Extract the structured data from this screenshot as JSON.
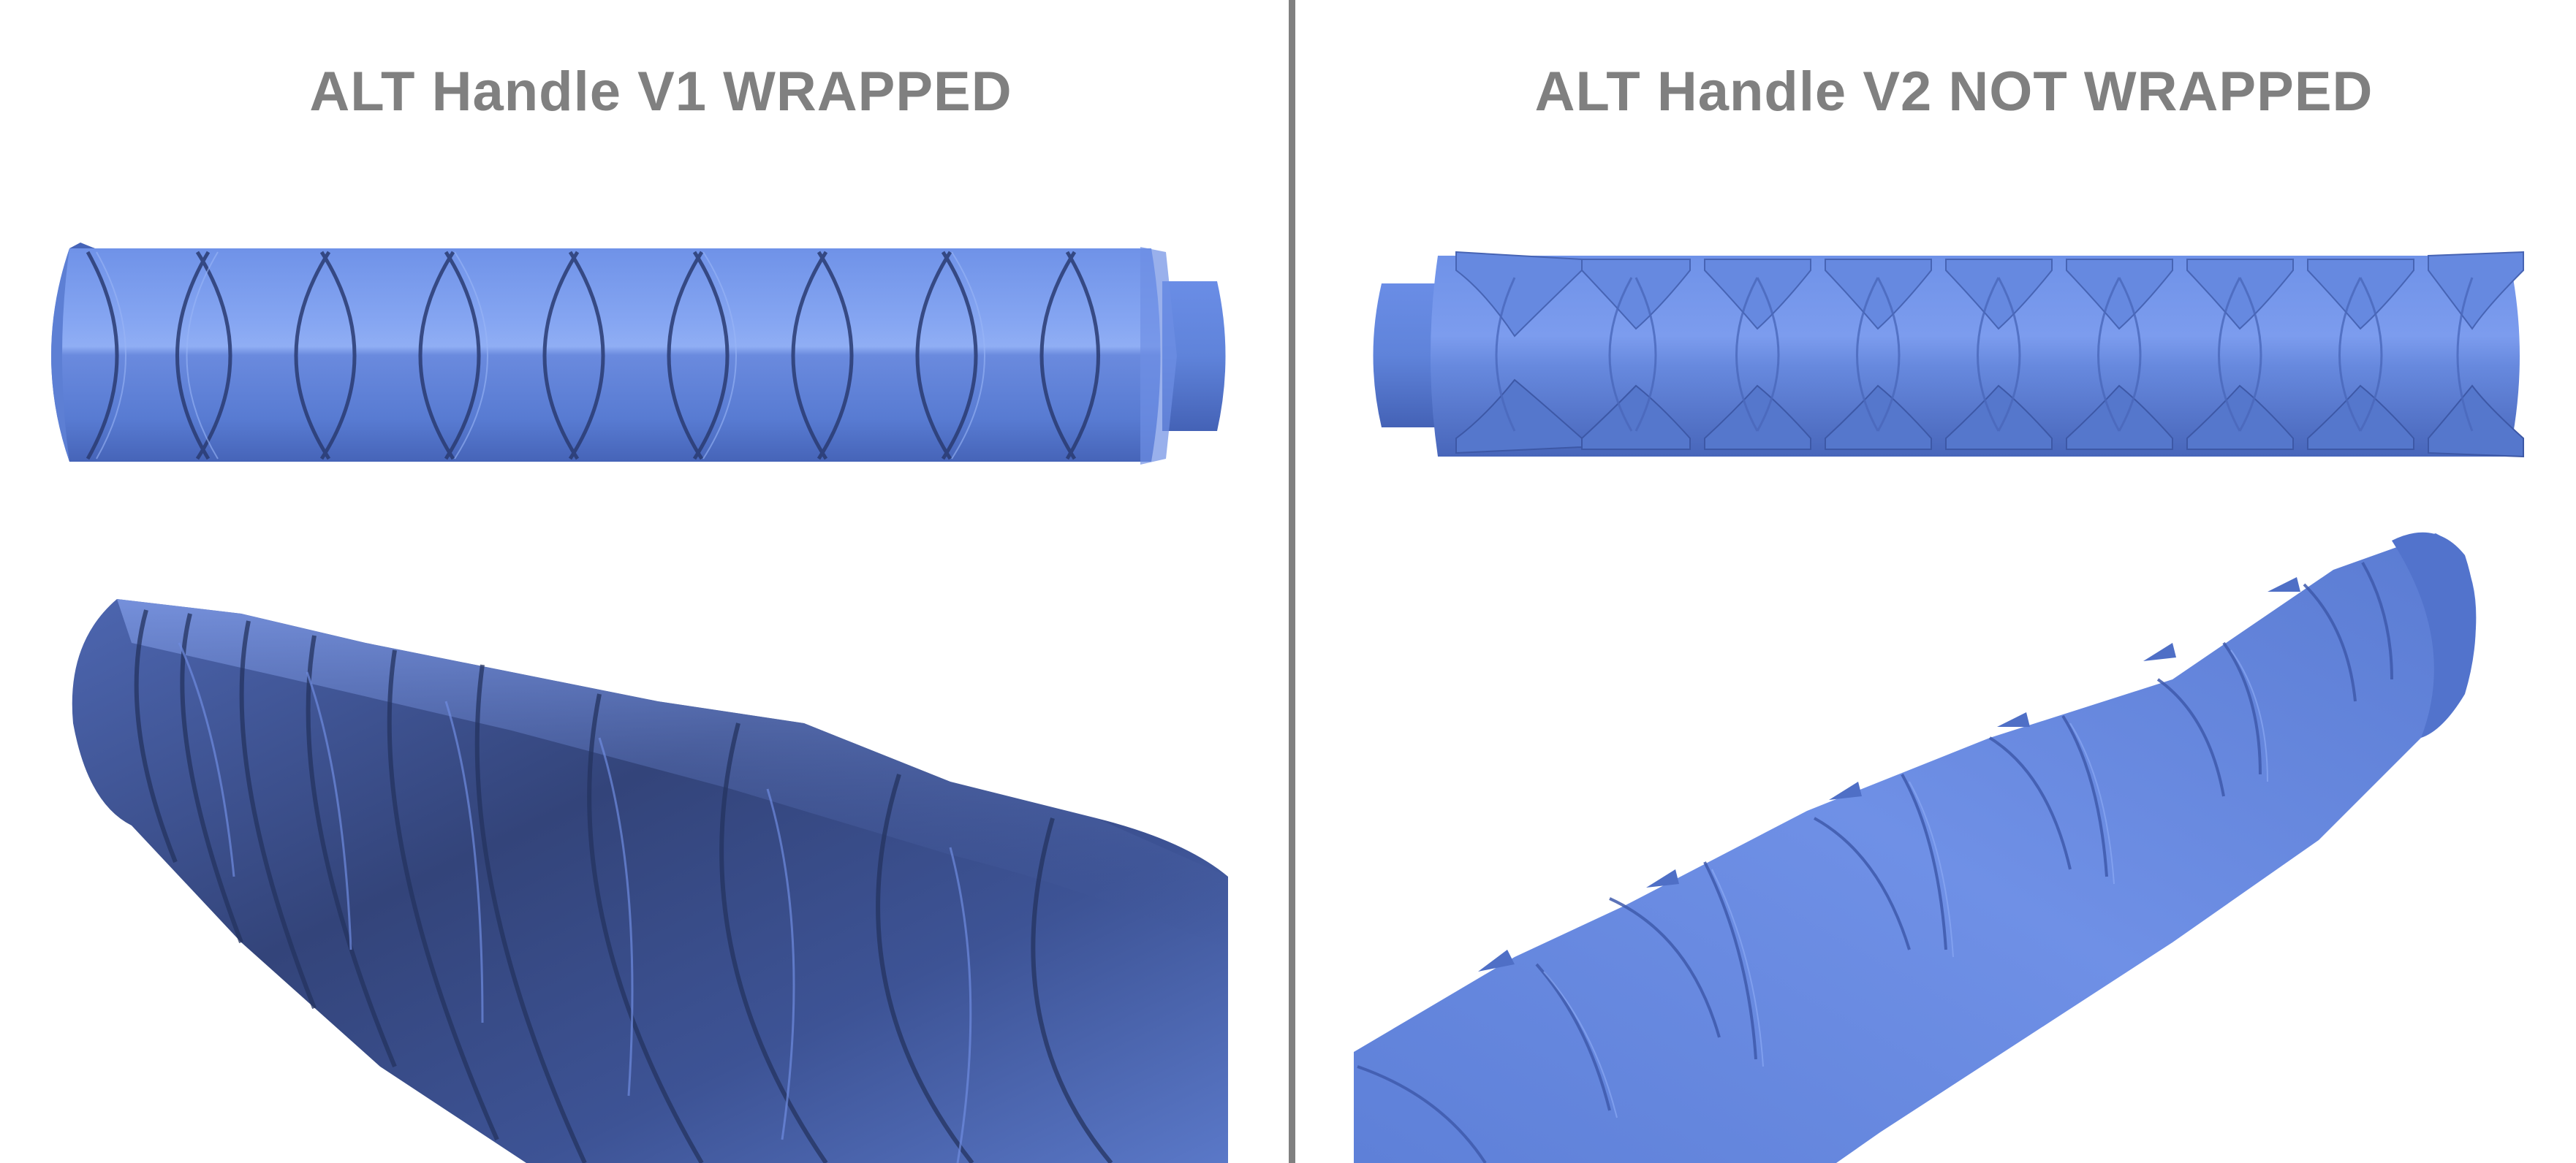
{
  "panels": [
    {
      "title": "ALT Handle V1 WRAPPED",
      "variant": "wrapped",
      "views": [
        "side-view",
        "perspective-view"
      ]
    },
    {
      "title": "ALT Handle V2 NOT WRAPPED",
      "variant": "not-wrapped",
      "views": [
        "side-view",
        "perspective-view"
      ]
    }
  ],
  "colors": {
    "title": "#808080",
    "divider": "#808080",
    "handle_light": "#7b9cec",
    "handle_mid": "#5c7fd6",
    "handle_dark": "#3a4f8f",
    "background": "#ffffff"
  }
}
